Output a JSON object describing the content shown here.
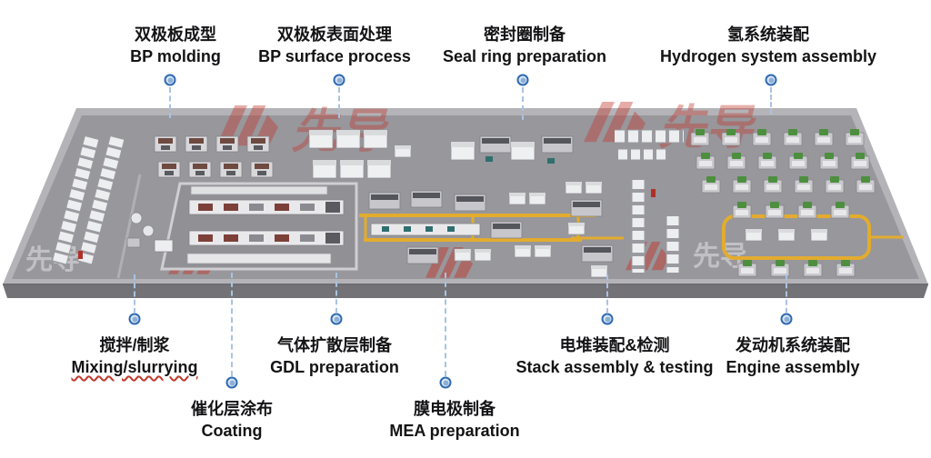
{
  "watermark": {
    "text": "先导"
  },
  "colors": {
    "callout_accent": "#2e6ab2",
    "floor_gray": "#97979c",
    "conveyor_yellow": "#e3ac2e",
    "logo_red": "#c23a30"
  },
  "callouts": {
    "bp_molding": {
      "zh": "双极板成型",
      "en": "BP molding"
    },
    "bp_surface": {
      "zh": "双极板表面处理",
      "en": "BP surface process"
    },
    "seal_ring": {
      "zh": "密封圈制备",
      "en": "Seal ring preparation"
    },
    "hydrogen": {
      "zh": "氢系统装配",
      "en": "Hydrogen system assembly"
    },
    "mixing": {
      "zh": "搅拌/制浆",
      "en": "Mixing/slurrying"
    },
    "gdl": {
      "zh": "气体扩散层制备",
      "en": "GDL preparation"
    },
    "coating": {
      "zh": "催化层涂布",
      "en": "Coating"
    },
    "mea": {
      "zh": "膜电极制备",
      "en": "MEA preparation"
    },
    "stack": {
      "zh": "电堆装配&检测",
      "en": "Stack assembly & testing"
    },
    "engine": {
      "zh": "发动机系统装配",
      "en": "Engine assembly"
    }
  }
}
